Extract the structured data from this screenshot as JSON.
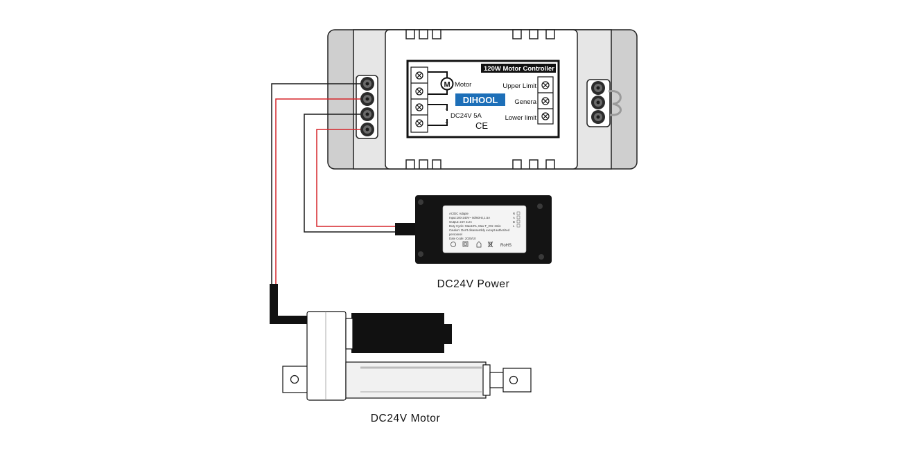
{
  "controller": {
    "title": "120W Motor Controller",
    "brand": "DIHOOL",
    "motor_symbol": "M",
    "motor_label": "Motor",
    "supply_label": "DC24V 5A",
    "plus_sign": "+",
    "minus_sign": "-",
    "ce_mark": "CE",
    "upper_limit": "Upper Limit",
    "general": "Genera",
    "lower_limit": "Lower limit"
  },
  "adapter": {
    "lines": [
      "AC/DC Adapte",
      "Input:100-240V~ 50/60Hz,1.5A",
      "Output: 24V     3.2A",
      "Duty Cycle: Max10%, Max T_ON: 2min",
      "Caution: Don't disassembly except authorized",
      "personnel",
      "Date Code: 2020/10"
    ],
    "status_letters": [
      "R",
      "A",
      "B",
      "L"
    ],
    "rohs": "RoHS"
  },
  "captions": {
    "power": "DC24V Power",
    "motor": "DC24V Motor"
  },
  "colors": {
    "wire_red": "#d6262b",
    "wire_black": "#1a1a1a",
    "brand_blue": "#1d6fb8",
    "housing_gray": "#dcdcdc"
  }
}
